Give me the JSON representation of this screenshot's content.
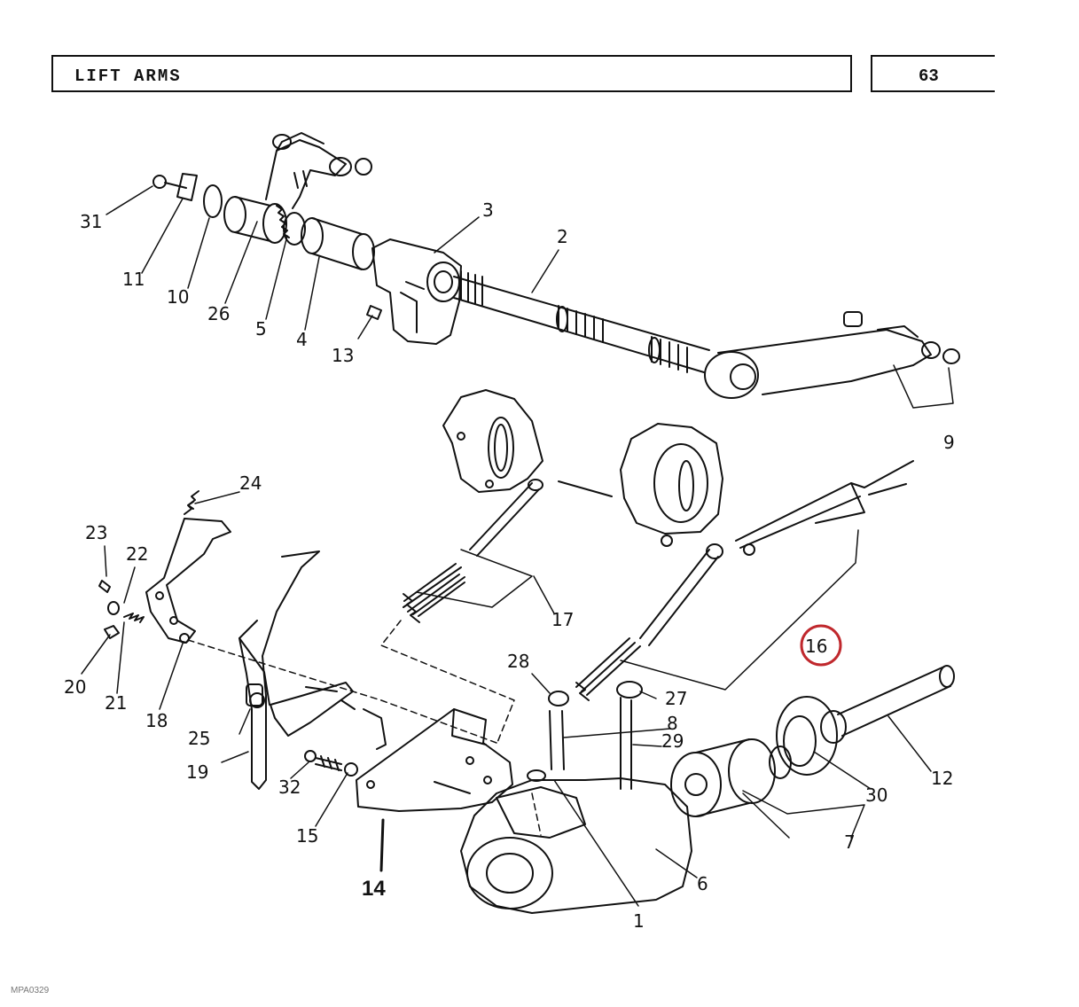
{
  "header": {
    "title": "LIFT ARMS",
    "page_number": "63"
  },
  "diagram": {
    "callouts": [
      "31",
      "11",
      "10",
      "26",
      "5",
      "4",
      "13",
      "3",
      "2",
      "9",
      "24",
      "23",
      "22",
      "20",
      "21",
      "18",
      "17",
      "16",
      "28",
      "27",
      "8",
      "29",
      "12",
      "30",
      "7",
      "6",
      "1",
      "14",
      "25",
      "19",
      "32",
      "15"
    ],
    "highlighted_callout": "16",
    "highlight_color": "#c0282d",
    "line_color": "#111111"
  },
  "footer": {
    "code": "MPA0329"
  }
}
